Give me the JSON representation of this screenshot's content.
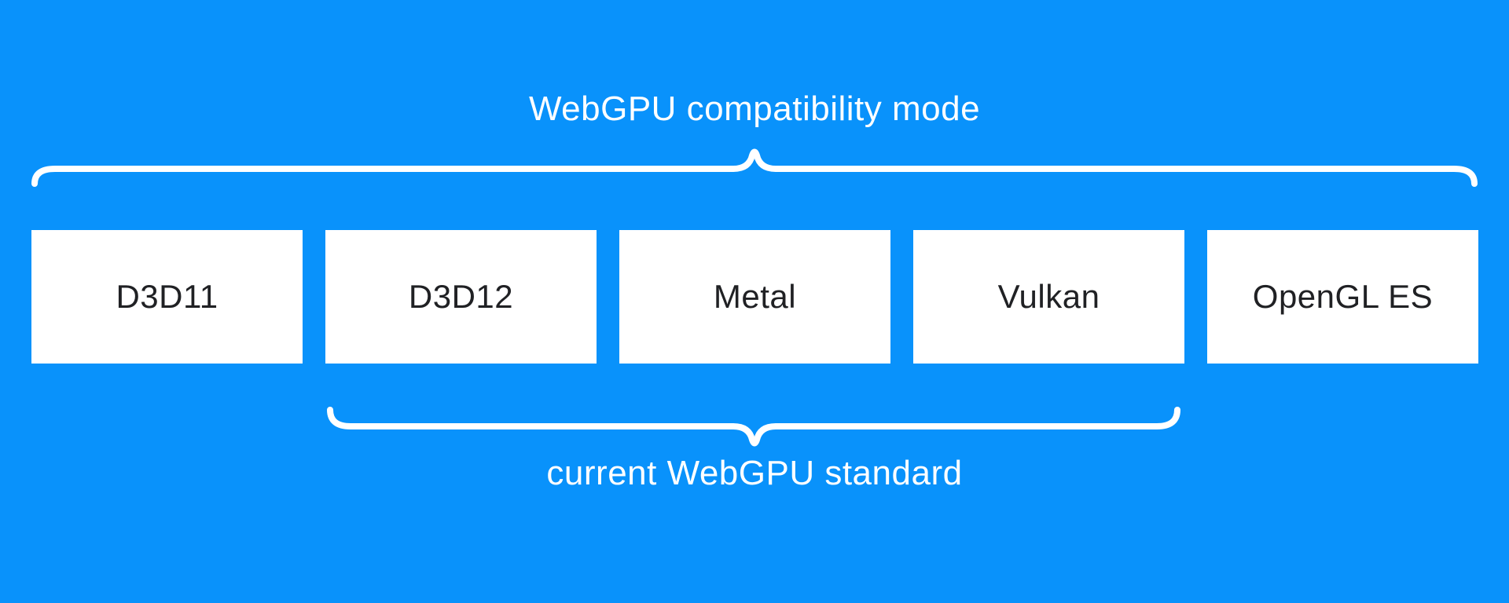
{
  "diagram": {
    "top_label": "WebGPU compatibility mode",
    "bottom_label": "current WebGPU standard",
    "boxes": [
      {
        "label": "D3D11"
      },
      {
        "label": "D3D12"
      },
      {
        "label": "Metal"
      },
      {
        "label": "Vulkan"
      },
      {
        "label": "OpenGL ES"
      }
    ],
    "colors": {
      "background": "#0992fb",
      "box_background": "#ffffff",
      "box_text": "#202124",
      "label_text": "#ffffff",
      "brace": "#ffffff"
    }
  }
}
